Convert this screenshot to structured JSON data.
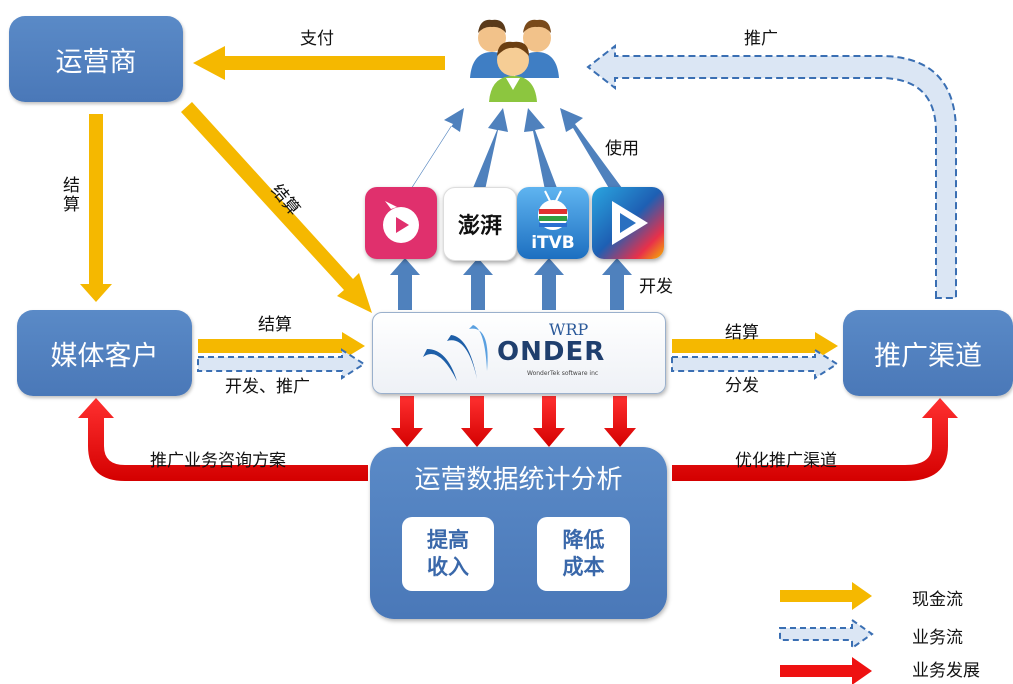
{
  "nodes": {
    "operator": "运营商",
    "media_client": "媒体客户",
    "promo_channel": "推广渠道",
    "analytics": "运营数据统计分析",
    "increase_revenue": "提高\n收入",
    "reduce_cost": "降低\n成本",
    "platform_brand": "ONDER",
    "platform_prefix": "WRP",
    "platform_sub": "WonderTek software inc"
  },
  "edges": {
    "pay": "支付",
    "promote_top": "推广",
    "settle_left": "结算",
    "settle_diag": "结算",
    "use": "使用",
    "develop": "开发",
    "settle_media": "结算",
    "develop_promote": "开发、推广",
    "settle_channel": "结算",
    "distribute": "分发",
    "consulting": "推广业务咨询方案",
    "optimize": "优化推广渠道"
  },
  "apps": [
    {
      "name": "pink-video-app",
      "color": "#e0306d"
    },
    {
      "name": "pengpai-app",
      "text": "澎湃",
      "color": "#ffffff"
    },
    {
      "name": "itvb-app",
      "text": "iTVB",
      "color": "#2a8fd8"
    },
    {
      "name": "play-app",
      "color": "#1e5fb3"
    }
  ],
  "legend": {
    "cash_flow": "现金流",
    "business_flow": "业务流",
    "business_dev": "业务发展"
  },
  "colors": {
    "yellow": "#f5b800",
    "blue": "#4f81bd",
    "red": "#ee1111",
    "dash": "#3a6fb3"
  }
}
